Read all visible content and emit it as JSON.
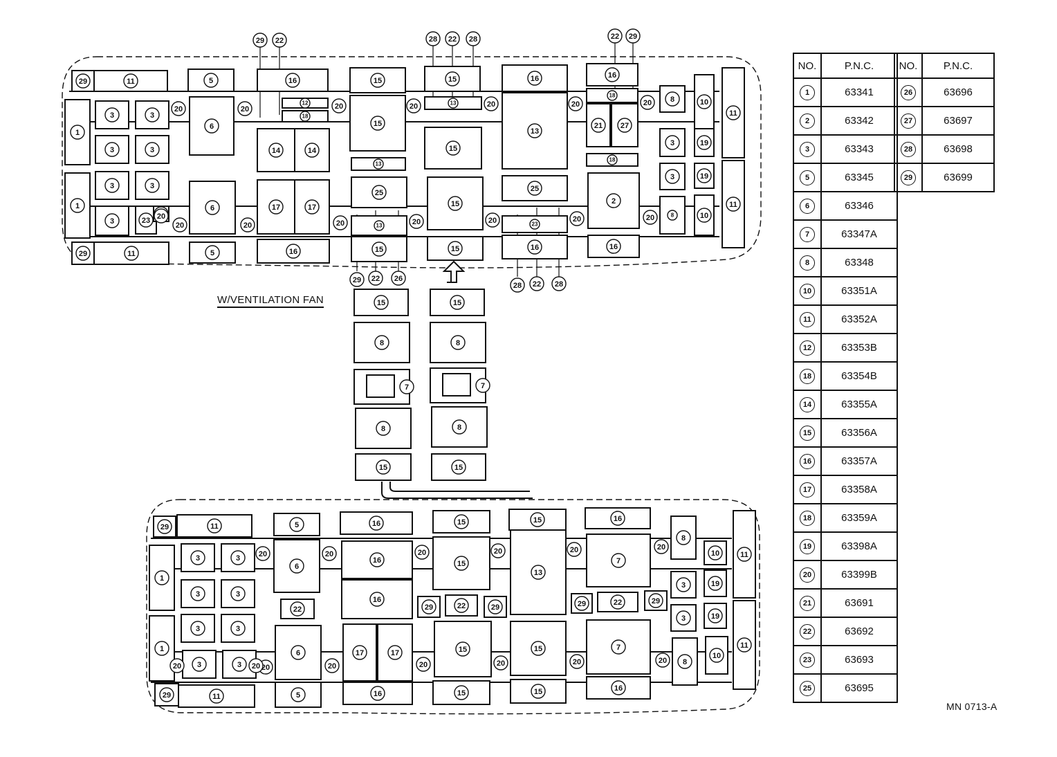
{
  "caption": "W/VENTILATION FAN",
  "diagram_code": "MN 0713-A",
  "table": {
    "header_no": "NO.",
    "header_pnc": "P.N.C.",
    "left_rows": [
      {
        "no": "1",
        "pnc": "63341"
      },
      {
        "no": "2",
        "pnc": "63342"
      },
      {
        "no": "3",
        "pnc": "63343"
      },
      {
        "no": "5",
        "pnc": "63345"
      },
      {
        "no": "6",
        "pnc": "63346"
      },
      {
        "no": "7",
        "pnc": "63347A"
      },
      {
        "no": "8",
        "pnc": "63348"
      },
      {
        "no": "10",
        "pnc": "63351A"
      },
      {
        "no": "11",
        "pnc": "63352A"
      },
      {
        "no": "12",
        "pnc": "63353B"
      },
      {
        "no": "18",
        "pnc": "63354B"
      },
      {
        "no": "14",
        "pnc": "63355A"
      },
      {
        "no": "15",
        "pnc": "63356A"
      },
      {
        "no": "16",
        "pnc": "63357A"
      },
      {
        "no": "17",
        "pnc": "63358A"
      },
      {
        "no": "18",
        "pnc": "63359A"
      },
      {
        "no": "19",
        "pnc": "63398A"
      },
      {
        "no": "20",
        "pnc": "63399B"
      },
      {
        "no": "21",
        "pnc": "63691"
      },
      {
        "no": "22",
        "pnc": "63692"
      },
      {
        "no": "23",
        "pnc": "63693"
      },
      {
        "no": "25",
        "pnc": "63695"
      }
    ],
    "right_rows": [
      {
        "no": "26",
        "pnc": "63696"
      },
      {
        "no": "27",
        "pnc": "63697"
      },
      {
        "no": "28",
        "pnc": "63698"
      },
      {
        "no": "29",
        "pnc": "63699"
      }
    ]
  },
  "diagram": {
    "top_panel": {
      "panels": [
        {
          "label": "29"
        },
        {
          "label": "11"
        },
        {
          "label": "5"
        },
        {
          "label": "16"
        },
        {
          "label": "15"
        },
        {
          "label": "15"
        },
        {
          "label": "16"
        },
        {
          "label": "16"
        },
        {
          "label": "1"
        },
        {
          "label": "3"
        },
        {
          "label": "3"
        },
        {
          "label": "6"
        },
        {
          "label": "12"
        },
        {
          "label": "18"
        },
        {
          "label": "15"
        },
        {
          "label": "13"
        },
        {
          "label": "13"
        },
        {
          "label": "18"
        },
        {
          "label": "21"
        },
        {
          "label": "27"
        },
        {
          "label": "8"
        },
        {
          "label": "10"
        },
        {
          "label": "11"
        },
        {
          "label": "3"
        },
        {
          "label": "3"
        },
        {
          "label": "14"
        },
        {
          "label": "14"
        },
        {
          "label": "15"
        },
        {
          "label": "13"
        },
        {
          "label": "18"
        },
        {
          "label": "3"
        },
        {
          "label": "19"
        },
        {
          "label": "1"
        },
        {
          "label": "3"
        },
        {
          "label": "3"
        },
        {
          "label": "6"
        },
        {
          "label": "17"
        },
        {
          "label": "17"
        },
        {
          "label": "25"
        },
        {
          "label": "15"
        },
        {
          "label": "25"
        },
        {
          "label": "2"
        },
        {
          "label": "3"
        },
        {
          "label": "19"
        },
        {
          "label": "11"
        },
        {
          "label": "3"
        },
        {
          "label": "23"
        },
        {
          "label": "22"
        },
        {
          "label": "13"
        },
        {
          "label": "15"
        },
        {
          "label": "23"
        },
        {
          "label": "8"
        },
        {
          "label": "10"
        },
        {
          "label": "29"
        },
        {
          "label": "11"
        },
        {
          "label": "5"
        },
        {
          "label": "16"
        },
        {
          "label": "15"
        },
        {
          "label": "16"
        },
        {
          "label": "16"
        }
      ],
      "joint_labels": [
        "20",
        "20",
        "20",
        "20",
        "20",
        "20",
        "20",
        "20",
        "20",
        "20",
        "20",
        "20",
        "20",
        "20",
        "20"
      ],
      "callouts": [
        "29",
        "22",
        "28",
        "22",
        "28",
        "22",
        "29",
        "29",
        "22",
        "26",
        "28",
        "22",
        "28"
      ]
    },
    "middle_column": {
      "left": [
        {
          "label": "15"
        },
        {
          "label": "8"
        },
        {
          "label": "7"
        },
        {
          "label": "8"
        },
        {
          "label": "15"
        }
      ],
      "right": [
        {
          "label": "15"
        },
        {
          "label": "8"
        },
        {
          "label": "7"
        },
        {
          "label": "8"
        },
        {
          "label": "15"
        }
      ]
    },
    "bottom_panel": {
      "panels": [
        {
          "label": "29"
        },
        {
          "label": "11"
        },
        {
          "label": "5"
        },
        {
          "label": "16"
        },
        {
          "label": "15"
        },
        {
          "label": "15"
        },
        {
          "label": "16"
        },
        {
          "label": "1"
        },
        {
          "label": "3"
        },
        {
          "label": "3"
        },
        {
          "label": "6"
        },
        {
          "label": "16"
        },
        {
          "label": "15"
        },
        {
          "label": "13"
        },
        {
          "label": "7"
        },
        {
          "label": "8"
        },
        {
          "label": "10"
        },
        {
          "label": "11"
        },
        {
          "label": "3"
        },
        {
          "label": "3"
        },
        {
          "label": "16"
        },
        {
          "label": "29"
        },
        {
          "label": "22"
        },
        {
          "label": "29"
        },
        {
          "label": "29"
        },
        {
          "label": "22"
        },
        {
          "label": "29"
        },
        {
          "label": "3"
        },
        {
          "label": "19"
        },
        {
          "label": "22"
        },
        {
          "label": "3"
        },
        {
          "label": "19"
        },
        {
          "label": "1"
        },
        {
          "label": "3"
        },
        {
          "label": "3"
        },
        {
          "label": "6"
        },
        {
          "label": "17"
        },
        {
          "label": "17"
        },
        {
          "label": "15"
        },
        {
          "label": "15"
        },
        {
          "label": "7"
        },
        {
          "label": "10"
        },
        {
          "label": "11"
        },
        {
          "label": "3"
        },
        {
          "label": "3"
        },
        {
          "label": "8"
        },
        {
          "label": "29"
        },
        {
          "label": "11"
        },
        {
          "label": "5"
        },
        {
          "label": "16"
        },
        {
          "label": "15"
        },
        {
          "label": "15"
        },
        {
          "label": "16"
        }
      ],
      "joint_labels": [
        "20",
        "20",
        "20",
        "20",
        "20",
        "20",
        "20",
        "20",
        "20",
        "20",
        "20",
        "20",
        "20",
        "20"
      ]
    }
  }
}
